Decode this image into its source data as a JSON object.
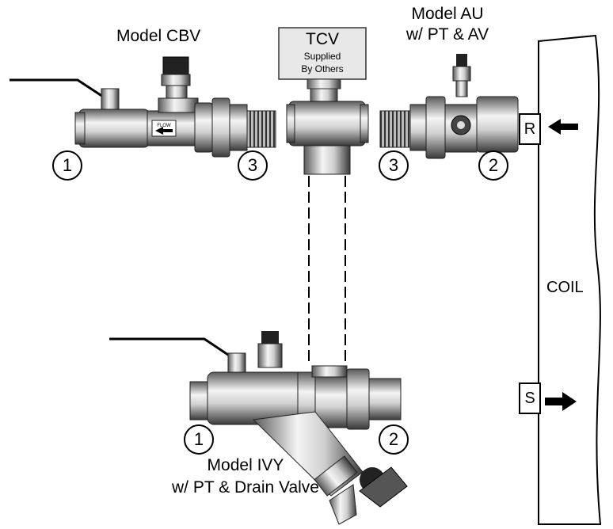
{
  "labels": {
    "model_cbv": "Model CBV",
    "model_au_line1": "Model AU",
    "model_au_line2": "w/ PT & AV",
    "tcv": "TCV",
    "tcv_sub1": "Supplied",
    "tcv_sub2": "By Others",
    "model_ivy_line1": "Model IVY",
    "model_ivy_line2": "w/ PT & Drain Valve",
    "coil": "COIL",
    "return_tag": "R",
    "supply_tag": "S",
    "flow_text": "FLOW"
  },
  "callouts": {
    "cbv_inlet": "1",
    "cbv_outlet": "3",
    "au_inlet": "3",
    "au_outlet": "2",
    "ivy_inlet": "1",
    "ivy_outlet": "2"
  },
  "colors": {
    "line": "#000000",
    "body_light": "#f2f2f2",
    "body_mid": "#bdbdbd",
    "body_dark": "#555555",
    "background": "#ffffff"
  }
}
